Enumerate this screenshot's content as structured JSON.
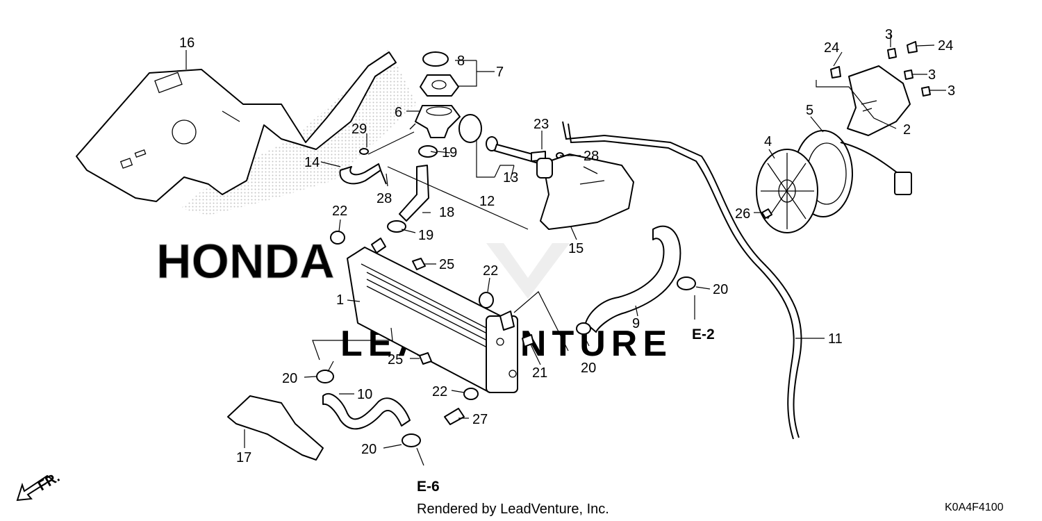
{
  "brand_watermark": "HONDA",
  "site_watermark": "LEADVENTURE",
  "footer_credit": "Rendered by LeadVenture, Inc.",
  "diagram_code": "K0A4F4100",
  "direction_label": "FR.",
  "refs": {
    "e2": "E-2",
    "e6": "E-6"
  },
  "callouts": {
    "p1": "1",
    "p2": "2",
    "p3a": "3",
    "p3b": "3",
    "p3c": "3",
    "p4": "4",
    "p5": "5",
    "p6": "6",
    "p7": "7",
    "p8": "8",
    "p9": "9",
    "p10": "10",
    "p11": "11",
    "p12": "12",
    "p13": "13",
    "p14": "14",
    "p15": "15",
    "p16": "16",
    "p17": "17",
    "p18": "18",
    "p19a": "19",
    "p19b": "19",
    "p20a": "20",
    "p20b": "20",
    "p20c": "20",
    "p20d": "20",
    "p21": "21",
    "p22a": "22",
    "p22b": "22",
    "p22c": "22",
    "p23": "23",
    "p24a": "24",
    "p24b": "24",
    "p25a": "25",
    "p25b": "25",
    "p26": "26",
    "p27": "27",
    "p28a": "28",
    "p28b": "28",
    "p29": "29"
  }
}
